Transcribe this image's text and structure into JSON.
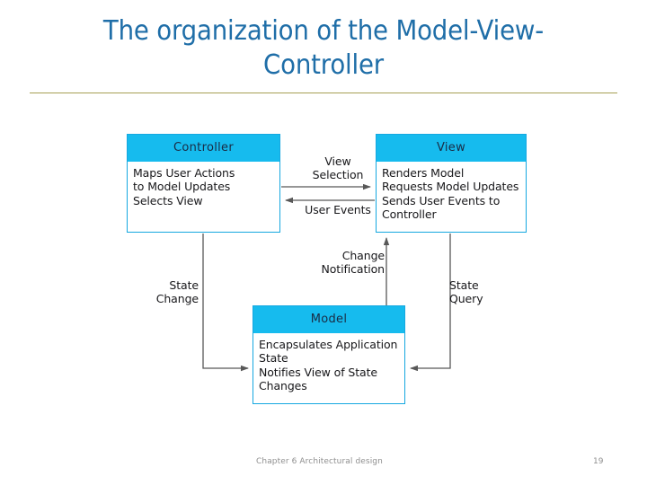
{
  "slide": {
    "title": "The organization of the Model-View-Controller",
    "title_color": "#1f6ea8",
    "rule_color": "#a6a053",
    "background": "#ffffff"
  },
  "diagram": {
    "accent_color": "#16bbee",
    "border_color": "#16a8e0",
    "connector_color": "#585858",
    "boxes": [
      {
        "id": "controller",
        "header": "Controller",
        "body": "Maps User Actions\nto Model Updates\nSelects View"
      },
      {
        "id": "view",
        "header": "View",
        "body": "Renders Model\nRequests Model Updates\nSends User Events to\nController"
      },
      {
        "id": "model",
        "header": "Model",
        "body": "Encapsulates Application\nState\nNotifies View of State\nChanges"
      }
    ],
    "connectors": [
      {
        "id": "view-selection",
        "label": "View\nSelection",
        "from": "controller",
        "to": "view",
        "direction": "right"
      },
      {
        "id": "user-events",
        "label": "User Events",
        "from": "view",
        "to": "controller",
        "direction": "left"
      },
      {
        "id": "change-notification",
        "label": "Change\nNotification",
        "from": "model",
        "to": "view",
        "direction": "up"
      },
      {
        "id": "state-change",
        "label": "State\nChange",
        "from": "controller",
        "to": "model",
        "direction": "down-right"
      },
      {
        "id": "state-query",
        "label": "State\nQuery",
        "from": "view",
        "to": "model",
        "direction": "down-left"
      }
    ]
  },
  "footer": {
    "text": "Chapter 6 Architectural design",
    "page": "19",
    "color": "#8f8f8f"
  }
}
